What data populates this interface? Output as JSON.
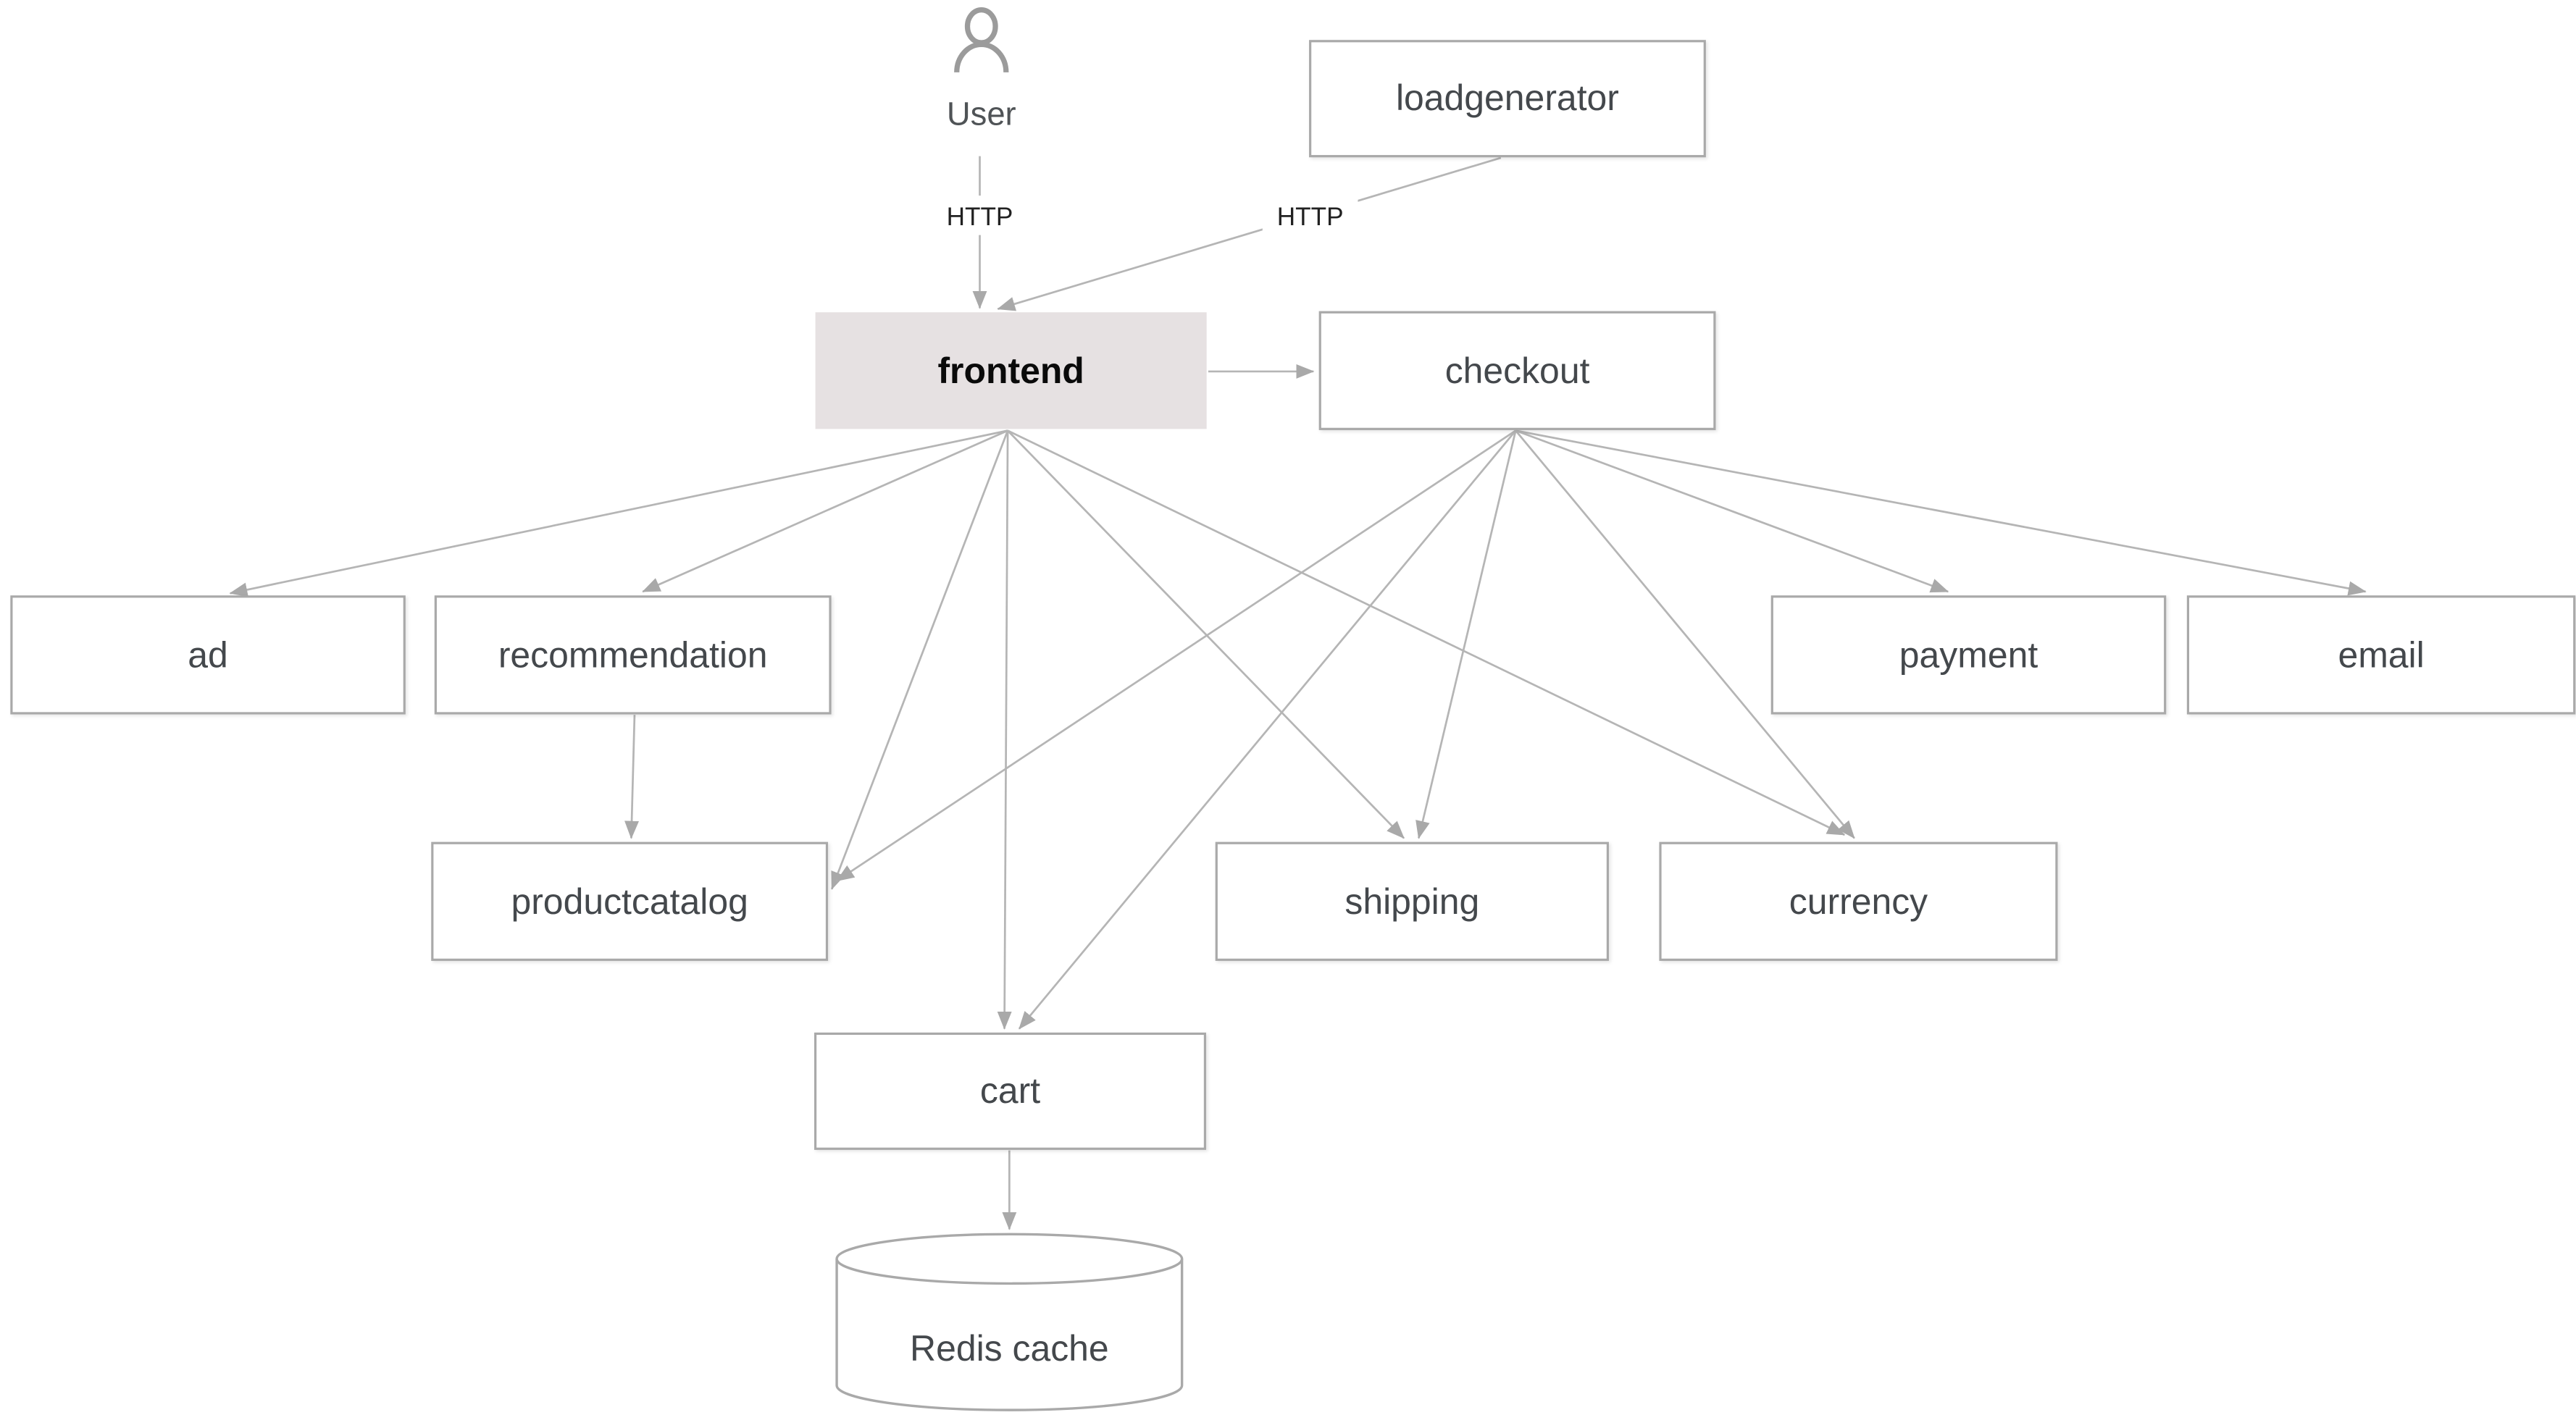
{
  "diagram": {
    "colors": {
      "background": "#ffffff",
      "box_border": "#a9a9a9",
      "box_fill": "#ffffff",
      "frontend_fill": "#e6e1e2",
      "edge_line": "#b5b5b5",
      "arrowhead": "#a9a9a9",
      "node_text": "#44484c",
      "frontend_text": "#0a0a0a",
      "edge_label_text": "#212121",
      "user_icon": "#9b9b9b"
    },
    "nodes": {
      "user": {
        "label": "User",
        "type": "actor"
      },
      "loadgenerator": {
        "label": "loadgenerator",
        "type": "box"
      },
      "frontend": {
        "label": "frontend",
        "type": "box-highlighted"
      },
      "checkout": {
        "label": "checkout",
        "type": "box"
      },
      "ad": {
        "label": "ad",
        "type": "box"
      },
      "recommendation": {
        "label": "recommendation",
        "type": "box"
      },
      "payment": {
        "label": "payment",
        "type": "box"
      },
      "email": {
        "label": "email",
        "type": "box"
      },
      "productcatalog": {
        "label": "productcatalog",
        "type": "box"
      },
      "shipping": {
        "label": "shipping",
        "type": "box"
      },
      "currency": {
        "label": "currency",
        "type": "box"
      },
      "cart": {
        "label": "cart",
        "type": "box"
      },
      "redis": {
        "label": "Redis cache",
        "type": "cylinder"
      }
    },
    "edges": [
      {
        "from": "user",
        "to": "frontend",
        "label": "HTTP"
      },
      {
        "from": "loadgenerator",
        "to": "frontend",
        "label": "HTTP"
      },
      {
        "from": "frontend",
        "to": "checkout"
      },
      {
        "from": "frontend",
        "to": "ad"
      },
      {
        "from": "frontend",
        "to": "recommendation"
      },
      {
        "from": "frontend",
        "to": "productcatalog"
      },
      {
        "from": "frontend",
        "to": "cart"
      },
      {
        "from": "frontend",
        "to": "shipping"
      },
      {
        "from": "frontend",
        "to": "currency"
      },
      {
        "from": "checkout",
        "to": "productcatalog"
      },
      {
        "from": "checkout",
        "to": "cart"
      },
      {
        "from": "checkout",
        "to": "shipping"
      },
      {
        "from": "checkout",
        "to": "currency"
      },
      {
        "from": "checkout",
        "to": "payment"
      },
      {
        "from": "checkout",
        "to": "email"
      },
      {
        "from": "recommendation",
        "to": "productcatalog"
      },
      {
        "from": "cart",
        "to": "redis"
      }
    ]
  }
}
